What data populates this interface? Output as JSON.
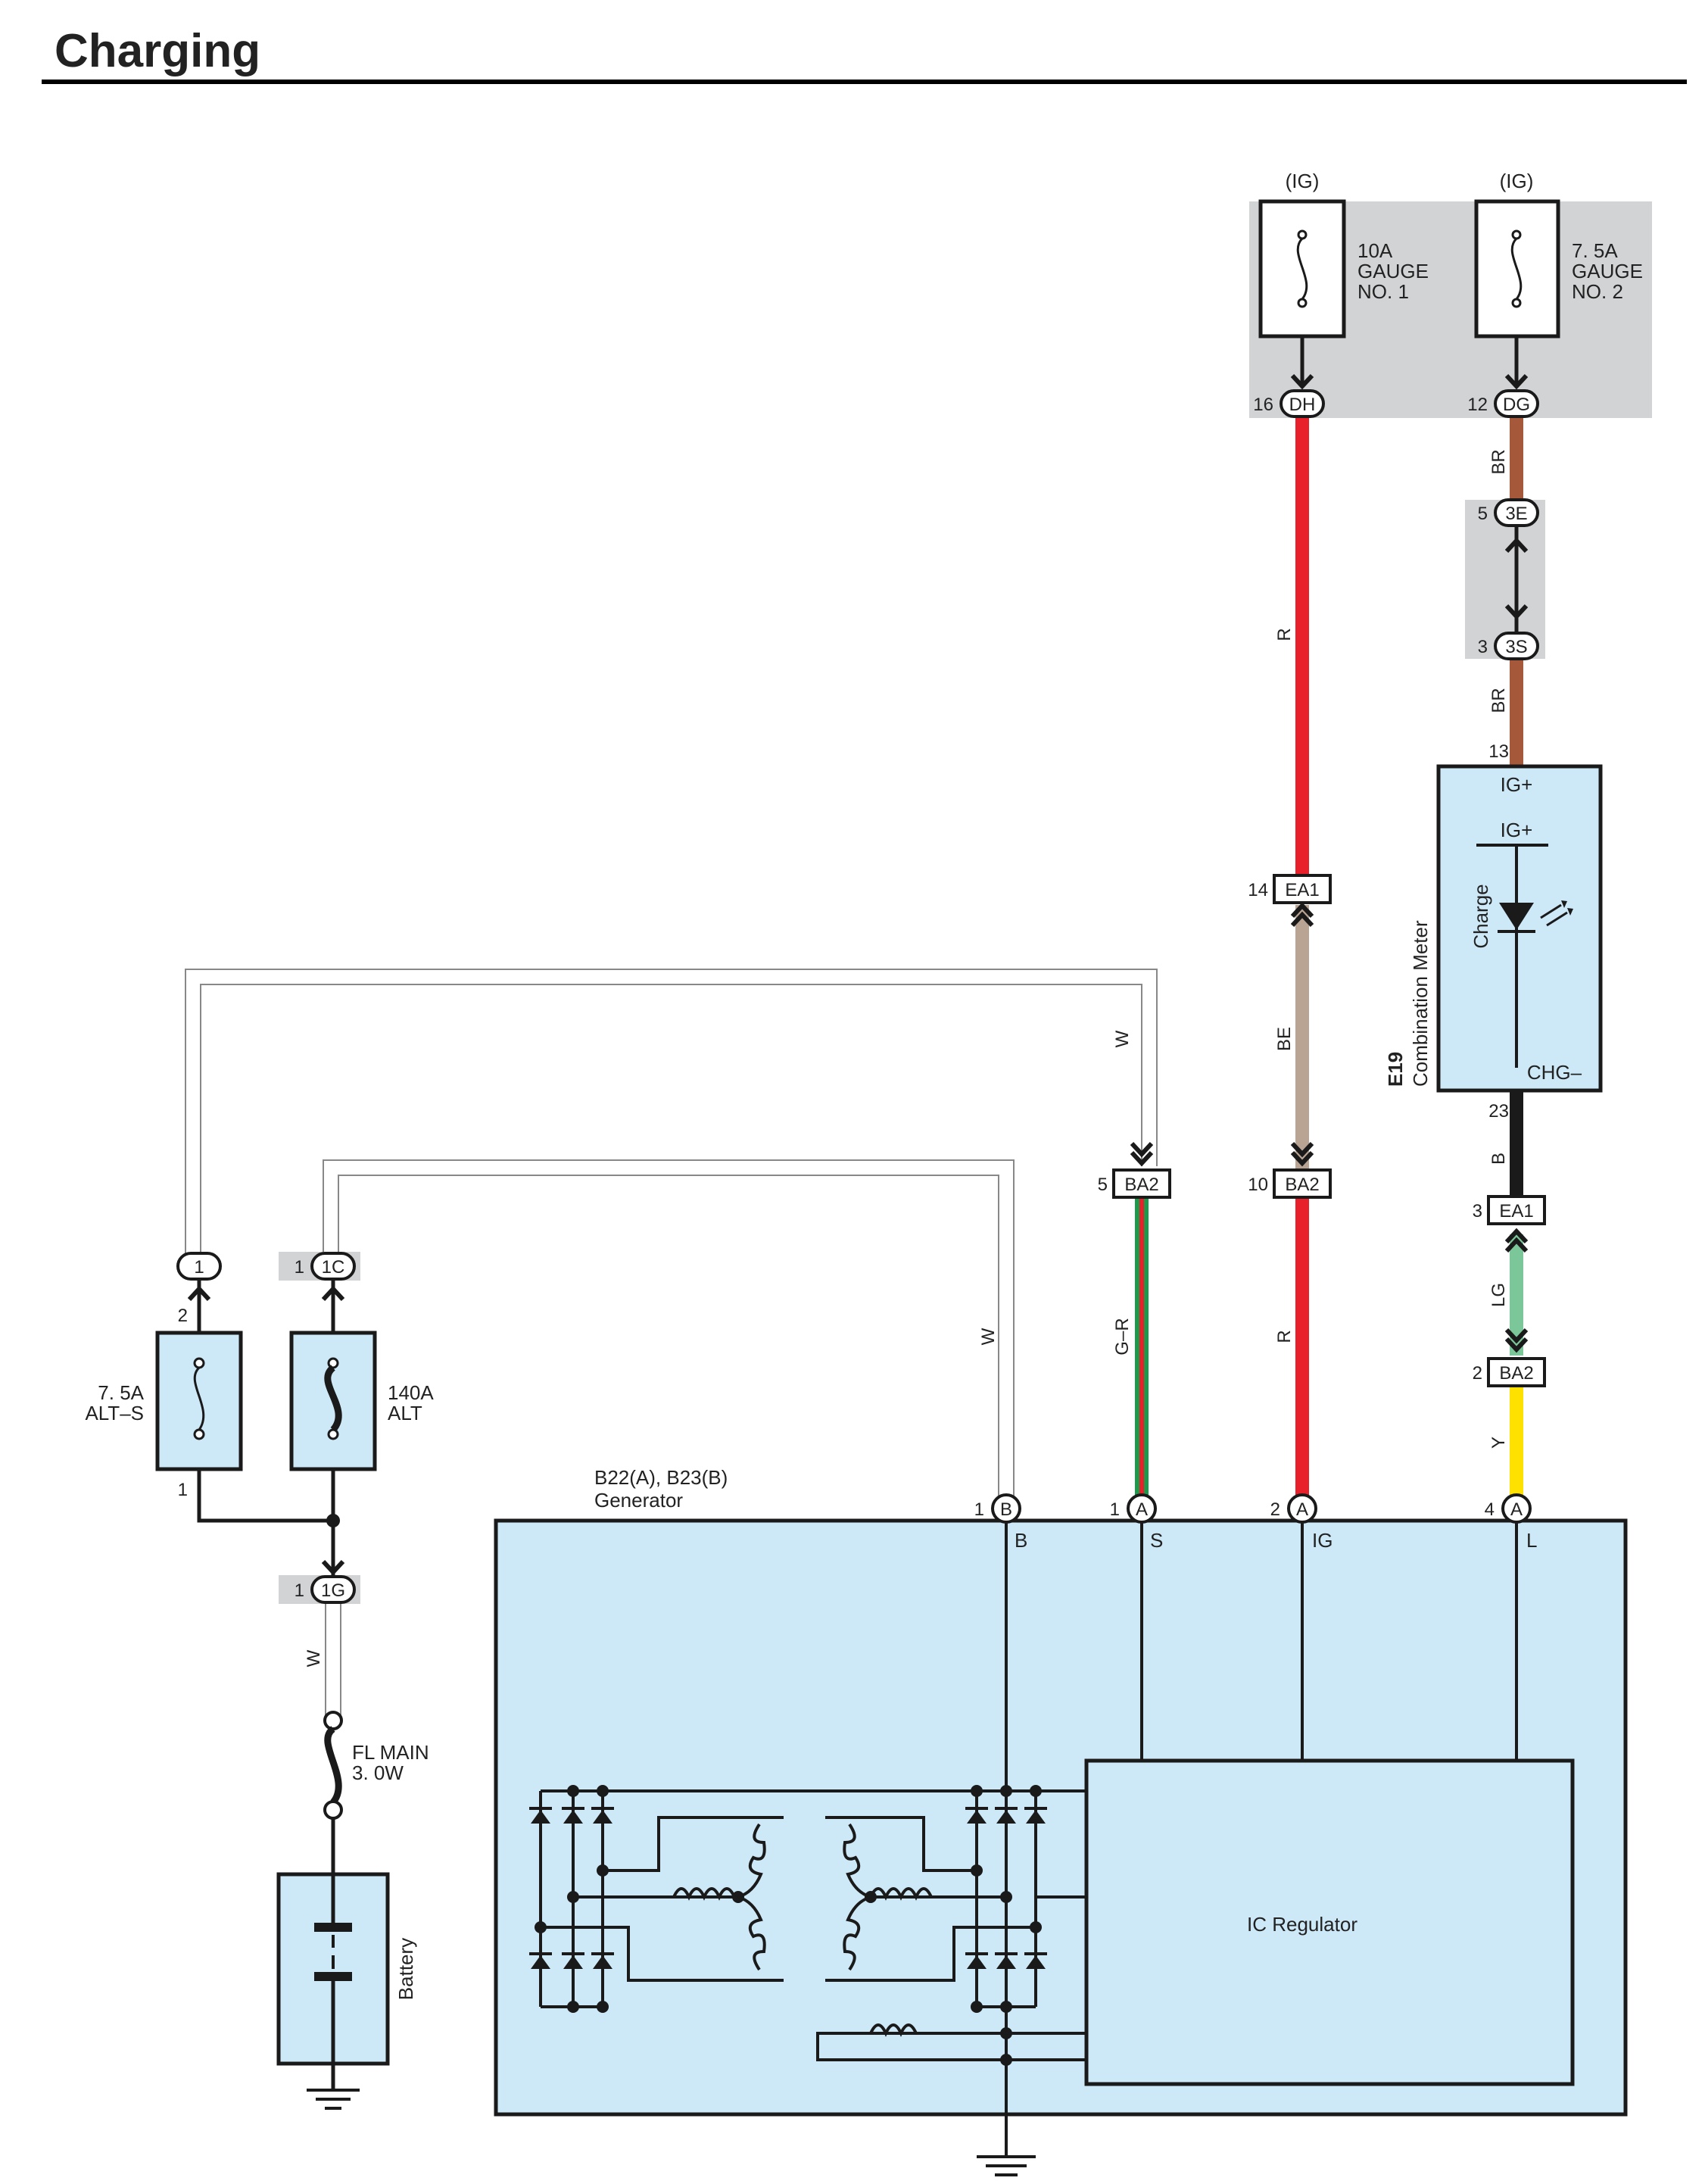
{
  "title": "Charging",
  "fuses": {
    "gauge1": {
      "power": "(IG)",
      "lines": [
        "10A",
        "GAUGE",
        "NO. 1"
      ],
      "pin": "16",
      "conn": "DH"
    },
    "gauge2": {
      "power": "(IG)",
      "lines": [
        "7. 5A",
        "GAUGE",
        "NO. 2"
      ],
      "pin": "12",
      "conn": "DG"
    },
    "alt_s": {
      "lines": [
        "7. 5A",
        "ALT–S"
      ],
      "pin_top": "2",
      "pin_bottom": "1",
      "conn": "1"
    },
    "alt": {
      "lines": [
        "140A",
        "ALT"
      ],
      "pin_top": "1",
      "conn": "1C"
    },
    "fl_main": {
      "lines": [
        "FL MAIN",
        "3. 0W"
      ]
    }
  },
  "connectors": {
    "c3e": {
      "pin": "5",
      "code": "3E"
    },
    "c3s": {
      "pin": "3",
      "code": "3S"
    },
    "ea1_r": {
      "pin": "14",
      "code": "EA1"
    },
    "ba2_r": {
      "pin": "10",
      "code": "BA2"
    },
    "ba2_s": {
      "pin": "5",
      "code": "BA2"
    },
    "ea1_b": {
      "pin": "3",
      "code": "EA1"
    },
    "ba2_y": {
      "pin": "2",
      "code": "BA2"
    },
    "c1g": {
      "pin": "1",
      "code": "1G"
    }
  },
  "wires": {
    "br1": "BR",
    "br2": "BR",
    "r1": "R",
    "be": "BE",
    "r2": "R",
    "b": "B",
    "lg": "LG",
    "y": "Y",
    "gr": "G–R",
    "w_s": "W",
    "w_b": "W",
    "w_batt": "W"
  },
  "meter": {
    "code": "E19",
    "name": "Combination Meter",
    "pin_top": "13",
    "ig_outer": "IG+",
    "ig_inner": "IG+",
    "led_label": "Charge",
    "chg": "CHG–",
    "pin_bottom": "23"
  },
  "generator": {
    "code": "B22(A), B23(B)",
    "name": "Generator",
    "terminals": [
      {
        "pin": "1",
        "conn": "B",
        "label": "B"
      },
      {
        "pin": "1",
        "conn": "A",
        "label": "S"
      },
      {
        "pin": "2",
        "conn": "A",
        "label": "IG"
      },
      {
        "pin": "4",
        "conn": "A",
        "label": "L"
      }
    ],
    "regulator": "IC Regulator"
  },
  "battery": {
    "label": "Battery"
  },
  "colors": {
    "red": "#e8202b",
    "brown": "#a5583a",
    "tan": "#b9a493",
    "black": "#1a1a1a",
    "lightgreen": "#7cc79a",
    "yellow": "#ffe100",
    "green": "#1a9a4a",
    "white_wire": "#ffffff",
    "component_fill": "#cde9f8",
    "splice_gray": "#d2d3d5"
  }
}
